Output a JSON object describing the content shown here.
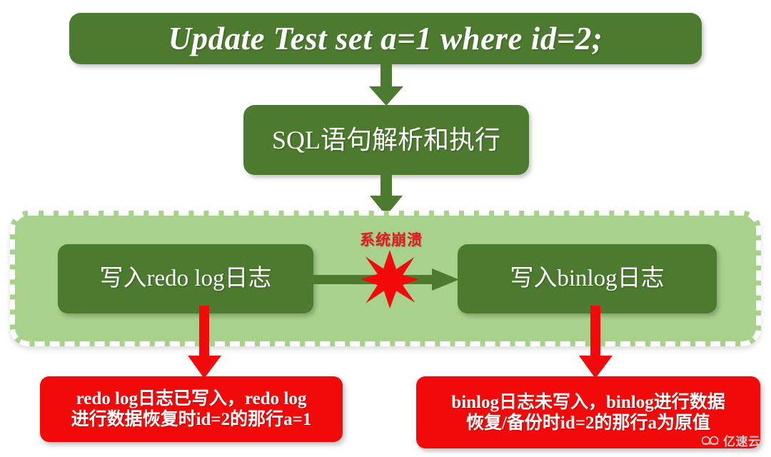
{
  "diagram": {
    "title_box": {
      "text": "Update Test set a=1 where id=2;",
      "fill": "#4C7A2E",
      "text_color": "#FFFFFF"
    },
    "sql_box": {
      "text": "SQL语句解析和执行",
      "fill": "#4C7A2E",
      "text_color": "#FFFFFF"
    },
    "log_group": {
      "fill": "#A8D18C",
      "border_color": "#FFFFFF",
      "border_style": "dashed"
    },
    "redo_box": {
      "text": "写入redo log日志",
      "fill": "#4C7A2E",
      "text_color": "#FFFFFF"
    },
    "binlog_box": {
      "text": "写入binlog日志",
      "fill": "#4C7A2E",
      "text_color": "#FFFFFF"
    },
    "crash": {
      "label": "系统崩溃",
      "color": "#E8191E",
      "icon": "explosion-star-icon"
    },
    "redo_result": {
      "line1": "redo log日志已写入，redo log",
      "line2": "进行数据恢复时id=2的那行a=1",
      "fill": "#F20A0A",
      "text_color": "#FFFFFF"
    },
    "binlog_result": {
      "line1": "binlog日志未写入，binlog进行数据",
      "line2": "恢复/备份时id=2的那行a为原值",
      "fill": "#F20A0A",
      "text_color": "#FFFFFF"
    },
    "arrows": {
      "title_to_sql": {
        "direction": "down",
        "color": "#4C7A2E"
      },
      "sql_to_group": {
        "direction": "down",
        "color": "#4C7A2E"
      },
      "redo_to_binlog": {
        "direction": "right",
        "color": "#4C7A2E"
      },
      "redo_to_result": {
        "direction": "down",
        "color": "#F20A0A"
      },
      "binlog_to_result": {
        "direction": "down",
        "color": "#F20A0A"
      }
    }
  },
  "watermark": {
    "text": "亿速云",
    "icon": "cloud-icon",
    "color": "#C9CCD1"
  }
}
